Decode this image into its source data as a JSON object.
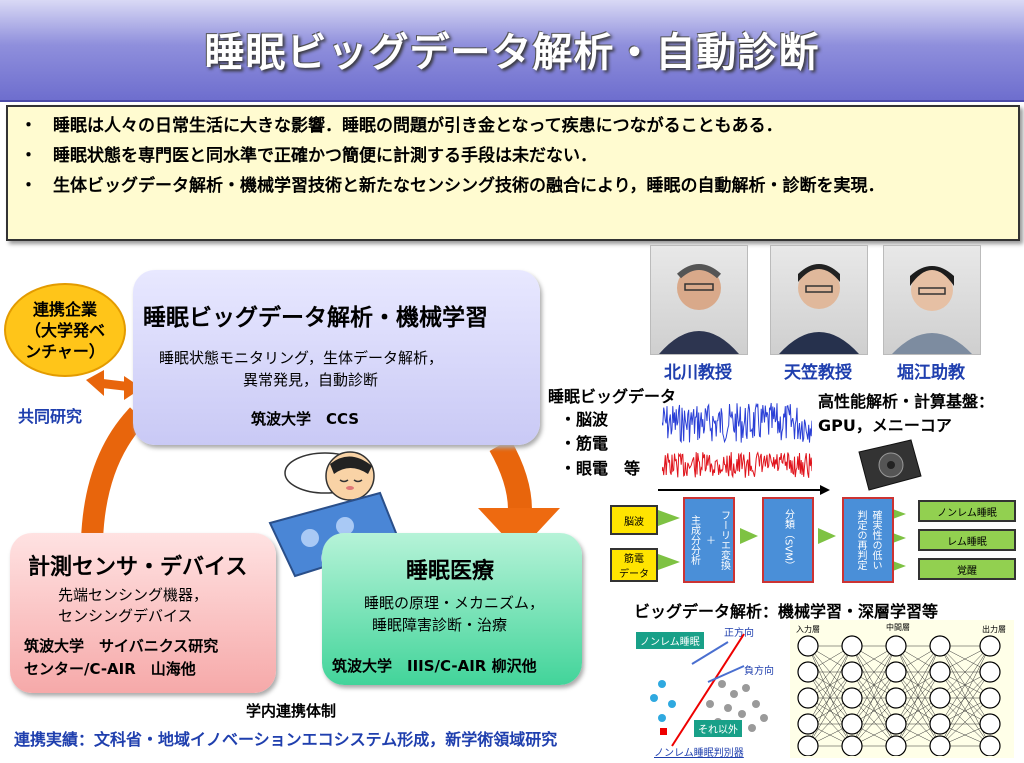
{
  "title": "睡眠ビッグデータ解析・自動診断",
  "summary": [
    "睡眠は人々の日常生活に大きな影響．睡眠の問題が引き金となって疾患につながることもある．",
    "睡眠状態を専門医と同水準で正確かつ簡便に計測する手段は未だない．",
    "生体ビッグデータ解析・機械学習技術と新たなセンシング技術の融合により，睡眠の自動解析・診断を実現．"
  ],
  "partner": {
    "line1": "連携企業",
    "line2": "（大学発ベ",
    "line3": "ンチャー）",
    "joint": "共同研究"
  },
  "ml_box": {
    "title": "睡眠ビッグデータ解析・機械学習",
    "desc1": "睡眠状態モニタリング，生体データ解析，",
    "desc2": "異常発見，自動診断",
    "org": "筑波大学　CCS"
  },
  "sensor_box": {
    "title": "計測センサ・デバイス",
    "desc1": "先端センシング機器，",
    "desc2": "センシングデバイス",
    "org1": "筑波大学　サイバニクス研究",
    "org2": "センター/C-AIR　山海他"
  },
  "med_box": {
    "title": "睡眠医療",
    "desc1": "睡眠の原理・メカニズム，",
    "desc2": "睡眠障害診断・治療",
    "org": "筑波大学　IIIS/C-AIR 柳沢他"
  },
  "internal": "学内連携体制",
  "achievement": "連携実績：文科省・地域イノベーションエコシステム形成，新学術領域研究",
  "people": [
    "北川教授",
    "天笠教授",
    "堀江助教"
  ],
  "bigdata": {
    "title": "睡眠ビッグデータ",
    "items": [
      "・脳波",
      "・筋電",
      "・眼電　等"
    ]
  },
  "hpc": {
    "line1": "高性能解析・計算基盤：",
    "line2": "GPU，メニーコア"
  },
  "flow": {
    "inputs": [
      "脳波",
      "筋電\nデータ"
    ],
    "fourier": "フーリエ変換\n＋\n主成分分析",
    "svm": "分類（SVM）",
    "reclass": "確実性の低い\n判定の再判定",
    "outputs": [
      "ノンレム睡眠",
      "レム睡眠",
      "覚醒"
    ]
  },
  "ml_caption": "ビッグデータ解析：機械学習・深層学習等",
  "svm_fig": {
    "top": "ノンレム睡眠",
    "pos": "正方向",
    "neg": "負方向",
    "other": "それ以外",
    "caption": "ノンレム睡眠判別器"
  },
  "nn_fig": {
    "input": "入力層",
    "hidden": "中間層",
    "output": "出力層"
  },
  "colors": {
    "title_bg": "#8f8fdc",
    "summary_bg": "#fffbd0",
    "accent_blue": "#1f3fae",
    "arrow_orange": "#e8650c"
  }
}
